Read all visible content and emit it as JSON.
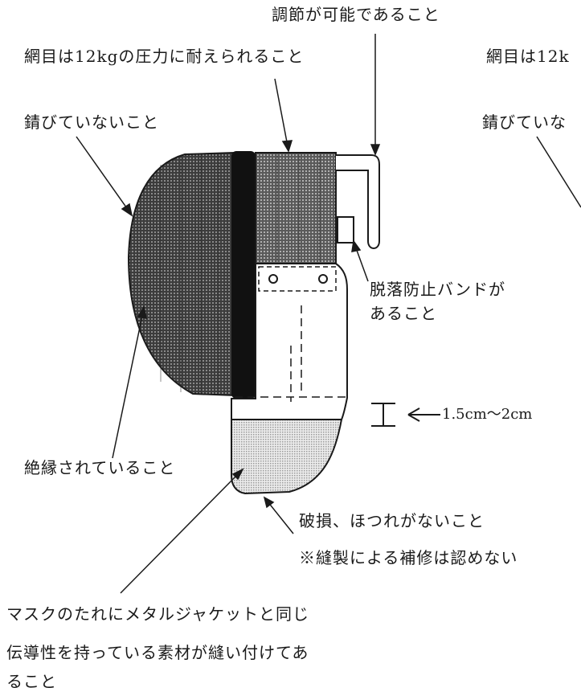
{
  "labels": {
    "adjustable": "調節が可能であること",
    "mesh_pressure": "網目は12kgの圧力に耐えられること",
    "mesh_pressure_right": "網目は12k",
    "no_rust": "錆びていないこと",
    "no_rust_right": "錆びていな",
    "band_line1": "脱落防止バンドが",
    "band_line2": "あること",
    "measure": "1.5cm〜2cm",
    "insulated": "絶縁されていること",
    "no_damage": "破損、ほつれがないこと",
    "no_repair": "※縫製による補修は認めない",
    "bib_line1": "マスクのたれにメタルジャケットと同じ",
    "bib_line2": "伝導性を持っている素材が縫い付けてあ",
    "bib_line3": "ること"
  },
  "colors": {
    "ink": "#1a1a1a",
    "mesh_dark": "#3a3a3a",
    "mesh_mid": "#6a6a6a",
    "bib_fill": "#d9d9d9"
  }
}
